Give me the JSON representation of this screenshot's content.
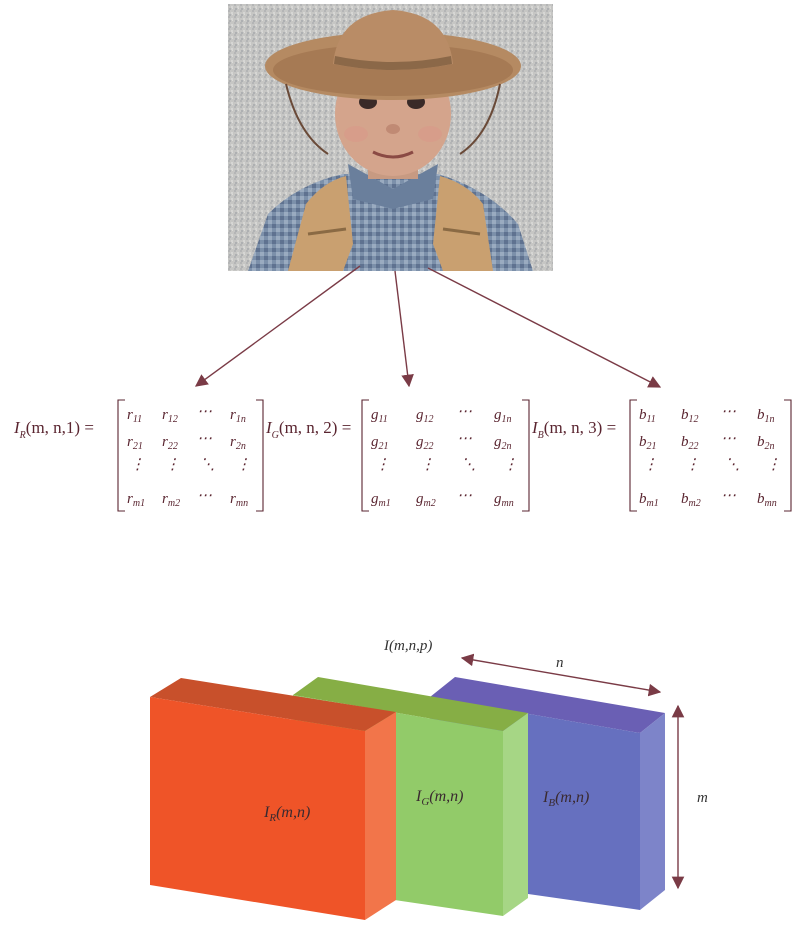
{
  "photo": {
    "icon": "child-with-hat-photo"
  },
  "equations": {
    "red": {
      "lhs_symbol": "I",
      "lhs_sub": "R",
      "lhs_args": "(m, n,1) =",
      "entry": "r"
    },
    "green": {
      "lhs_symbol": "I",
      "lhs_sub": "G",
      "lhs_args": "(m, n, 2) =",
      "entry": "g"
    },
    "blue": {
      "lhs_symbol": "I",
      "lhs_sub": "B",
      "lhs_args": "(m, n, 3) =",
      "entry": "b"
    },
    "subscripts": {
      "row1": [
        "11",
        "12",
        "1n"
      ],
      "row2": [
        "21",
        "22",
        "2n"
      ],
      "row4": [
        "m1",
        "m2",
        "mn"
      ]
    },
    "dots": {
      "h": "⋯",
      "v": "⋮",
      "d": "⋱"
    }
  },
  "volume": {
    "title": "I(m,n,p)",
    "width_label": "n",
    "height_label": "m",
    "red": {
      "symbol": "I",
      "sub": "R",
      "args": "(m,n)"
    },
    "green": {
      "symbol": "I",
      "sub": "G",
      "args": "(m,n)"
    },
    "blue": {
      "symbol": "I",
      "sub": "B",
      "args": "(m,n)"
    }
  },
  "colors": {
    "arrow": "#7a3b46",
    "red_front": "#ef5428",
    "red_top": "#c8502b",
    "red_side": "#f2754a",
    "green_front": "#92cb69",
    "green_top": "#86ae45",
    "green_side": "#a6d685",
    "blue_front": "#6670bf",
    "blue_top": "#6a5fb4",
    "blue_side": "#7d84c9"
  }
}
